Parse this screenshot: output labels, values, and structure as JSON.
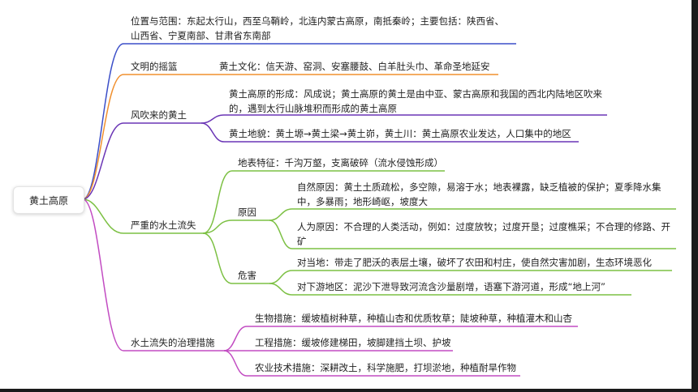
{
  "root": "黄土高原",
  "colors": {
    "b1": "#3c4fc8",
    "b2": "#f0902f",
    "b3": "#6a35b5",
    "b4": "#7cc043",
    "b5": "#c24cc2"
  },
  "b1": {
    "line1": "位置与范围：东起太行山，西至乌鞘岭，北连内蒙古高原，南抵秦岭；主要包括：陕西省、",
    "line2": "山西省、宁夏南部、甘肃省东南部"
  },
  "b2": {
    "label": "文明的摇篮",
    "child": "黄土文化：信天游、窑洞、安塞腰鼓、白羊肚头巾、革命圣地延安"
  },
  "b3": {
    "label": "风吹来的黄土",
    "child1": "黄土高原的形成：风成说；黄土高原的黄土是由中亚、蒙古高原和我国的西北内陆地区吹来的，遇到太行山脉堆积而形成的黄土高原",
    "child2": "黄土地貌：黄土塬→黄土梁→黄土峁，黄土川：黄土高原农业发达，人口集中的地区"
  },
  "b4": {
    "label": "严重的水土流失",
    "surface": "地表特征：千沟万壑，支离破碎（流水侵蚀形成）",
    "cause_label": "原因",
    "natural": "自然原因：黄土土质疏松，多空隙，易溶于水；地表裸露，缺乏植被的保护；夏季降水集中，多暴雨；地形崎岖，坡度大",
    "human": "人为原因：不合理的人类活动，例如：过度放牧；过度开垦；过度樵采；不合理的修路、开矿",
    "harm_label": "危害",
    "harm1": "对当地：带走了肥沃的表层土壤，破坏了农田和村庄，使自然灾害加剧，生态环境恶化",
    "harm2": "对下游地区：泥沙下泄导致河流含沙量剧增，语塞下游河道，形成“地上河”"
  },
  "b5": {
    "label": "水土流失的治理措施",
    "bio": "生物措施：缓坡植树种草，种植山杏和优质牧草；陡坡种草，种植灌木和山杏",
    "eng": "工程措施：缓坡修建梯田，坡脚建挡土坝、护坡",
    "agri": "农业技术措施：深耕改土，科学施肥，打坝淤地，种植耐旱作物"
  }
}
